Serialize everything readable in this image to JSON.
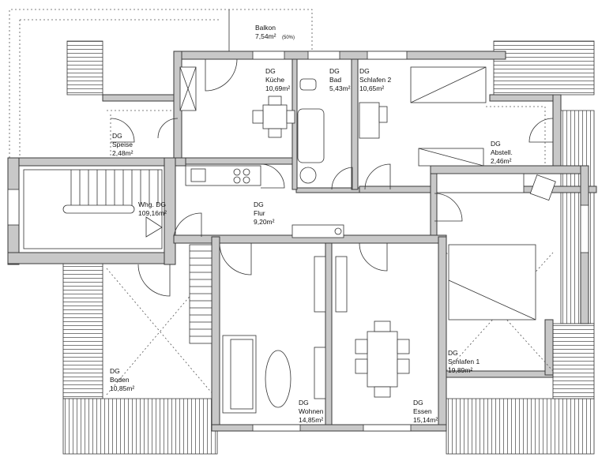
{
  "rooms": [
    {
      "id": "balkon",
      "name": "Balkon",
      "area": "7,54m²",
      "note": "(50%)"
    },
    {
      "id": "kueche",
      "level": "DG",
      "name": "Küche",
      "area": "10,69m²"
    },
    {
      "id": "bad",
      "level": "DG",
      "name": "Bad",
      "area": "5,43m²"
    },
    {
      "id": "schlafen2",
      "level": "DG",
      "name": "Schlafen 2",
      "area": "10,65m²"
    },
    {
      "id": "speise",
      "level": "DG",
      "name": "Speise",
      "area": "2,48m²"
    },
    {
      "id": "abstell",
      "level": "DG",
      "name": "Abstell.",
      "area": "2,46m²"
    },
    {
      "id": "whg",
      "name": "Whg. DG",
      "area": "109,16m²"
    },
    {
      "id": "flur",
      "level": "DG",
      "name": "Flur",
      "area": "9,20m²"
    },
    {
      "id": "schlafen1",
      "level": "DG",
      "name": "Schlafen 1",
      "area": "19,89m²"
    },
    {
      "id": "boden",
      "level": "DG",
      "name": "Boden",
      "area": "10,85m²"
    },
    {
      "id": "wohnen",
      "level": "DG",
      "name": "Wohnen",
      "area": "14,85m²"
    },
    {
      "id": "essen",
      "level": "DG",
      "name": "Essen",
      "area": "15,14m²"
    }
  ]
}
